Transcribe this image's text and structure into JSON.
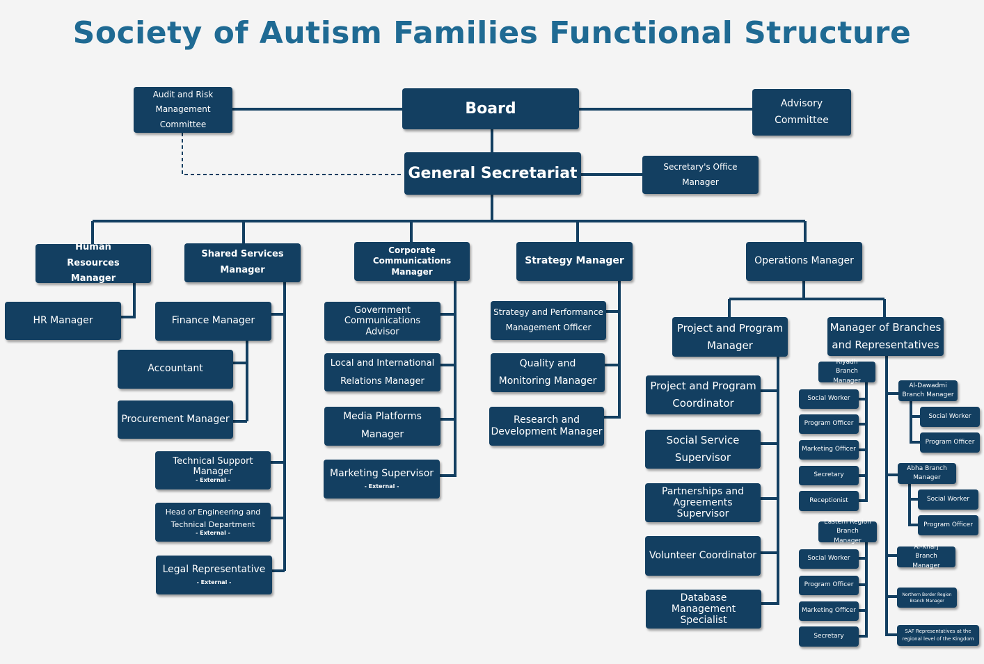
{
  "title": "Society of Autism Families Functional Structure",
  "colors": {
    "box": "#133f61",
    "line": "#133f61",
    "title": "#1f6a93",
    "background": "#f4f4f4"
  },
  "nodes": {
    "board": "Board",
    "audit_committee": "Audit and Risk Management Committee",
    "advisory_committee": "Advisory Committee",
    "general_secretariat": "General Secretariat",
    "secretary_office_manager": "Secretary's Office Manager",
    "hr_dept_manager": "Human Resources Manager",
    "hr_manager": "HR Manager",
    "shared_services_manager": "Shared Services Manager",
    "finance_manager": "Finance Manager",
    "accountant": "Accountant",
    "procurement_manager": "Procurement Manager",
    "tech_support_manager": "Technical Support Manager",
    "tech_support_external": "- External -",
    "head_engineering": "Head of Engineering and Technical Department",
    "head_engineering_external": "- External -",
    "legal_representative": "Legal Representative",
    "legal_external": "- External -",
    "corporate_comm_manager": "Corporate Communications Manager",
    "gov_comm_advisor": "Government Communications Advisor",
    "local_intl_relations": "Local and International Relations Manager",
    "media_platforms": "Media Platforms Manager",
    "marketing_supervisor": "Marketing Supervisor",
    "marketing_supervisor_external": "- External -",
    "strategy_manager": "Strategy Manager",
    "strategy_performance_officer": "Strategy and Performance Management Officer",
    "quality_monitoring": "Quality and Monitoring Manager",
    "research_development": "Research and Development Manager",
    "operations_manager": "Operations Manager",
    "project_program_manager": "Project and Program Manager",
    "project_program_coordinator": "Project and Program Coordinator",
    "social_service_supervisor": "Social Service Supervisor",
    "partnerships_supervisor": "Partnerships and Agreements Supervisor",
    "volunteer_coordinator": "Volunteer Coordinator",
    "database_specialist": "Database Management Specialist",
    "branches_manager": "Manager of Branches and Representatives",
    "riyadh_branch": "Riyadh Branch Manager",
    "riyadh_social_worker": "Social Worker",
    "riyadh_program_officer": "Program Officer",
    "riyadh_marketing_officer": "Marketing Officer",
    "riyadh_secretary": "Secretary",
    "riyadh_receptionist": "Receptionist",
    "eastern_branch": "Eastern Region Branch Manager",
    "eastern_social_worker": "Social Worker",
    "eastern_program_officer": "Program Officer",
    "eastern_marketing_officer": "Marketing Officer",
    "eastern_secretary": "Secretary",
    "dawadmi_branch": "Al-Dawadmi Branch Manager",
    "dawadmi_social_worker": "Social Worker",
    "dawadmi_program_officer": "Program Officer",
    "abha_branch": "Abha Branch Manager",
    "abha_social_worker": "Social Worker",
    "abha_program_officer": "Program Officer",
    "kharj_branch": "Al-Kharj Branch Manager",
    "northern_branch": "Northern Border Region Branch Manager",
    "saf_representatives": "SAF Representatives at the regional level of the Kingdom"
  }
}
